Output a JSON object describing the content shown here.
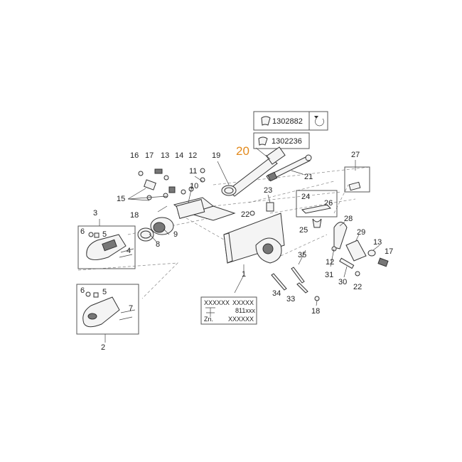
{
  "callouts": {
    "c1": "1",
    "c2": "2",
    "c3": "3",
    "c4": "4",
    "c5a": "5",
    "c5b": "5",
    "c6a": "6",
    "c6b": "6",
    "c7": "7",
    "c8": "8",
    "c9": "9",
    "c10": "10",
    "c11": "11",
    "c12a": "12",
    "c12b": "12",
    "c13a": "13",
    "c13b": "13",
    "c14": "14",
    "c15": "15",
    "c16": "16",
    "c17a": "17",
    "c17b": "17",
    "c18a": "18",
    "c18b": "18",
    "c19": "19",
    "c20": "20",
    "c21": "21",
    "c22a": "22",
    "c22b": "22",
    "c23": "23",
    "c24": "24",
    "c25": "25",
    "c26": "26",
    "c27": "27",
    "c28": "28",
    "c29": "29",
    "c30": "30",
    "c31": "31",
    "c33": "33",
    "c34": "34",
    "c35": "35"
  },
  "part_refs": {
    "ref1": "1302882",
    "ref2": "1302236"
  },
  "type_plate": {
    "row1_left": "XXXXXX",
    "row1_right": "XXXXX",
    "row2_right": "811xxx",
    "row3_left": "Zn.",
    "row3_right": "XXXXXX"
  },
  "colors": {
    "highlight": "#e38a1c",
    "line": "#333333"
  }
}
